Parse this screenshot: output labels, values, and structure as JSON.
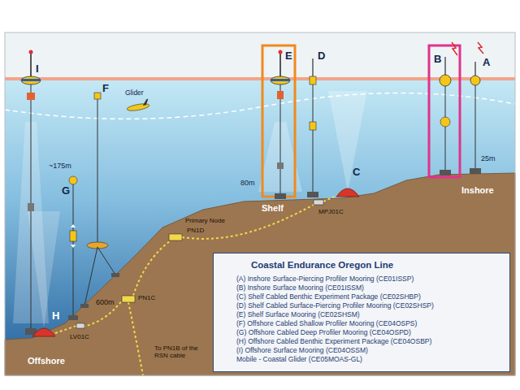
{
  "diagram": {
    "title": "Coastal Endurance Oregon Line",
    "nodes": [
      {
        "text": [
          "(A) Inshore Surface-Piercing Profiler Mooring (CE01ISSP)",
          "(B) Inshore Surface Mooring (CE01ISSM)",
          "(C) Shelf Cabled Benthic Experiment Package (CE02SHBP)",
          "(D) Shelf Cabled Surface-Piercing Profiler Mooring (CE02SHSP)",
          "(E) Shelf Surface Mooring (CE02SHSM)",
          "(F) Offshore Cabled Shallow Profiler Mooring (CE04OSPS)",
          "(G) Offshore Cabled Deep Profiler Mooring (CE04OSPD)",
          "(H) Offshore Cabled Benthic Experiment Package (CE04OSBP)",
          "(I) Offshore Surface Mooring (CE04OSSM)",
          "Mobile - Coastal Glider (CE05MOAS-GL)"
        ]
      }
    ],
    "labels": [
      "I",
      "Glider",
      "F",
      "~175m",
      "G",
      "H",
      "LV01C",
      "600m",
      "PN1C",
      "To PN1B of the RSN cable",
      "Offshore",
      "Primary Node",
      "PN1D",
      "E",
      "D",
      "80m",
      "MPJ01C",
      "C",
      "Shelf",
      "B",
      "A",
      "25m",
      "Inshore"
    ]
  }
}
